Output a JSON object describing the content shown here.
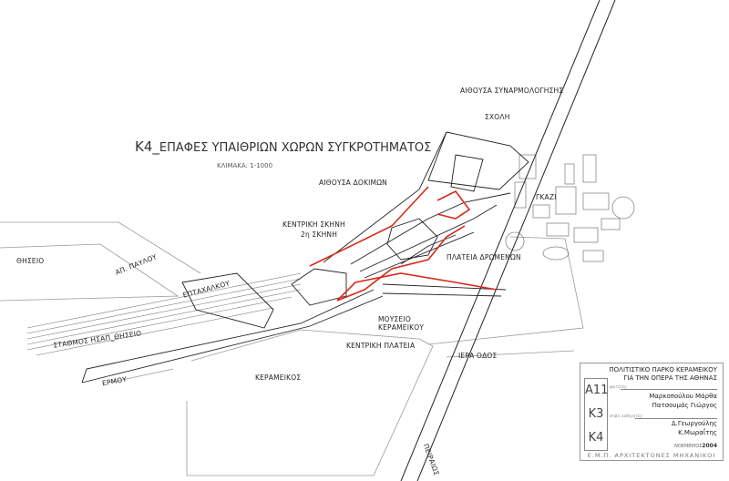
{
  "title": {
    "code": "K4_",
    "text": "ΕΠΑΦΕΣ ΥΠΑΙΘΡΙΩΝ ΧΩΡΩΝ ΣΥΓΚΡΟΤΗΜΑΤΟΣ",
    "scale": "ΚΛΙΜΑΚΑ: 1-1000"
  },
  "labels": {
    "assembly_hall": "ΑΙΘΟΥΣΑ ΣΥΝΑΡΜΟΛΟΓΗΣΗΣ",
    "school": "ΣΧΟΛΗ",
    "rehearsal_hall": "ΑΙΘΟΥΣΑ ΔΟΚΙΜΩΝ",
    "gazi": "ΓΚΑΖΙ",
    "main_stage": "ΚΕΝΤΡΙΚΗ ΣΚΗΝΗ",
    "second_stage": "2η ΣΚΗΝΗ",
    "events_square": "ΠΛΑΤΕΙΑ ΔΡΩΜΕΝΩΝ",
    "thiseio": "ΘΗΣΕΙΟ",
    "ap_pavlou": "ΑΠ. ΠΑΥΛΟΥ",
    "eptachalkou": "ΕΠΤΑΧΑΛΚΟΥ",
    "museum_line1": "ΜΟΥΣΕΙΟ",
    "museum_line2": "ΚΕΡΑΜΕΙΚΟΥ",
    "central_square": "ΚΕΝΤΡΙΚΗ ΠΛΑΤΕΙΑ",
    "isap_station": "ΣΤΑΘΜΟΣ ΗΣΑΠ_ΘΗΣΕΙΟ",
    "iera_odos": "ΙΕΡΑ ΟΔΟΣ",
    "kerameikos": "ΚΕΡΑΜΕΙΚΟΣ",
    "ermou": "ΕΡΜΟΥ",
    "peiraios": "ΠΕΙΡΑΙΩΣ"
  },
  "titleblock": {
    "line1": "ΠΟΛΙΤΙΣΤΙΚΟ ΠΑΡΚΟ ΚΕΡΑΜΕΙΚΟΥ",
    "line2": "ΓΙΑ ΤΗΝ ΟΠΕΡΑ ΤΗΣ ΑΘΗΝΑΣ",
    "codes": [
      "A11",
      "K3",
      "K4"
    ],
    "students_label": "φοιτητές:",
    "students": [
      "Μαρκοπούλου Μάρθα",
      "Πατσουμάς Γιώργος"
    ],
    "supervisors_label": "επιβλ. καθηγητές:",
    "supervisors": [
      "Δ.Γεωργούλης",
      "Κ.Μωραΐτης"
    ],
    "date_month": "ΝΟΕΜΒΡΙΟΣ",
    "date_year": "2004",
    "footer": "Ε.Μ.Π.   ΑΡΧΙΤΕΚΤΟΝΕΣ ΜΗΧΑΝΙΚΟΙ"
  },
  "colors": {
    "route": "#d42a1a",
    "line": "#222222",
    "context": "#9a9a9a"
  }
}
